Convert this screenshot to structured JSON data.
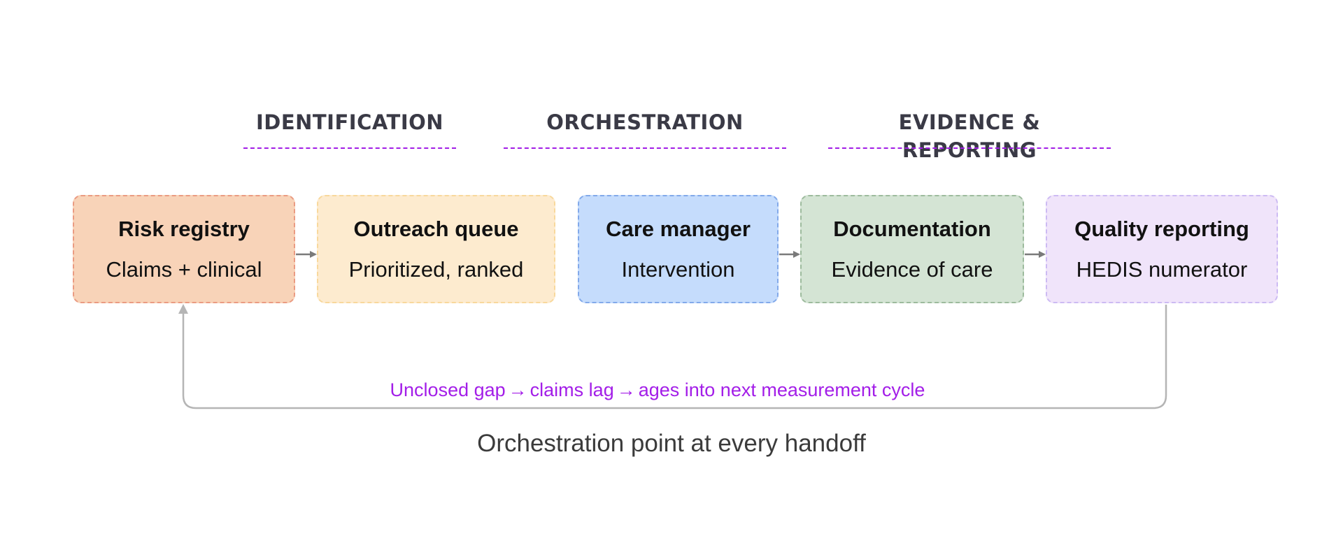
{
  "phases": {
    "identification": "IDENTIFICATION",
    "orchestration": "ORCHESTRATION",
    "evidence": "EVIDENCE & REPORTING"
  },
  "steps": [
    {
      "title": "Risk registry",
      "subtitle": "Claims + clinical",
      "fill": "#f8d3b8",
      "border": "#ea9b82"
    },
    {
      "title": "Outreach queue",
      "subtitle": "Prioritized, ranked",
      "fill": "#fdebcf",
      "border": "#f8d89c"
    },
    {
      "title": "Care manager",
      "subtitle": "Intervention",
      "fill": "#c5dcfc",
      "border": "#82a9ea"
    },
    {
      "title": "Documentation",
      "subtitle": "Evidence of care",
      "fill": "#d4e4d4",
      "border": "#9dbb9d"
    },
    {
      "title": "Quality reporting",
      "subtitle": "HEDIS numerator",
      "fill": "#f0e4fa",
      "border": "#cdbbf3"
    }
  ],
  "loop": {
    "part1": "Unclosed gap",
    "part2": "claims lag",
    "part3": "ages into next measurement cycle",
    "color": "#a31ee8"
  },
  "caption": "Orchestration point at every handoff"
}
